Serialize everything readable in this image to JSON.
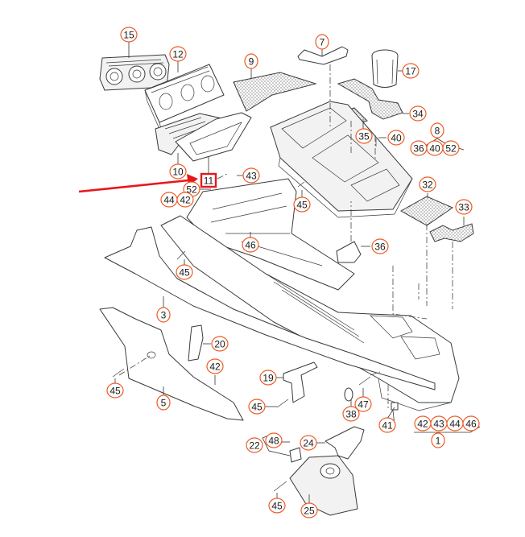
{
  "diagram": {
    "title": "Center console exploded parts diagram",
    "accent_color": "#ee5a24",
    "highlight_color": "#e8161b",
    "highlighted_part": "11",
    "callouts": [
      {
        "id": "c15",
        "label": "15"
      },
      {
        "id": "c12",
        "label": "12"
      },
      {
        "id": "c9",
        "label": "9"
      },
      {
        "id": "c7",
        "label": "7"
      },
      {
        "id": "c17",
        "label": "17"
      },
      {
        "id": "c34",
        "label": "34"
      },
      {
        "id": "c35",
        "label": "35"
      },
      {
        "id": "c40a",
        "label": "40"
      },
      {
        "id": "c8",
        "label": "8"
      },
      {
        "id": "c36a",
        "label": "36"
      },
      {
        "id": "c40b",
        "label": "40"
      },
      {
        "id": "c52a",
        "label": "52"
      },
      {
        "id": "c10",
        "label": "10"
      },
      {
        "id": "c11",
        "label": "11"
      },
      {
        "id": "c52b",
        "label": "52"
      },
      {
        "id": "c43a",
        "label": "43"
      },
      {
        "id": "c44a",
        "label": "44"
      },
      {
        "id": "c42a",
        "label": "42"
      },
      {
        "id": "c45a",
        "label": "45"
      },
      {
        "id": "c32",
        "label": "32"
      },
      {
        "id": "c33",
        "label": "33"
      },
      {
        "id": "c46a",
        "label": "46"
      },
      {
        "id": "c36b",
        "label": "36"
      },
      {
        "id": "c45b",
        "label": "45"
      },
      {
        "id": "c3",
        "label": "3"
      },
      {
        "id": "c20",
        "label": "20"
      },
      {
        "id": "c42b",
        "label": "42"
      },
      {
        "id": "c45c",
        "label": "45"
      },
      {
        "id": "c19",
        "label": "19"
      },
      {
        "id": "c5",
        "label": "5"
      },
      {
        "id": "c45d",
        "label": "45"
      },
      {
        "id": "c47",
        "label": "47"
      },
      {
        "id": "c38",
        "label": "38"
      },
      {
        "id": "c41",
        "label": "41"
      },
      {
        "id": "c42c",
        "label": "42"
      },
      {
        "id": "c43b",
        "label": "43"
      },
      {
        "id": "c44b",
        "label": "44"
      },
      {
        "id": "c46b",
        "label": "46"
      },
      {
        "id": "c1",
        "label": "1"
      },
      {
        "id": "c22",
        "label": "22"
      },
      {
        "id": "c48",
        "label": "48"
      },
      {
        "id": "c24",
        "label": "24"
      },
      {
        "id": "c45e",
        "label": "45"
      },
      {
        "id": "c25",
        "label": "25"
      }
    ]
  }
}
